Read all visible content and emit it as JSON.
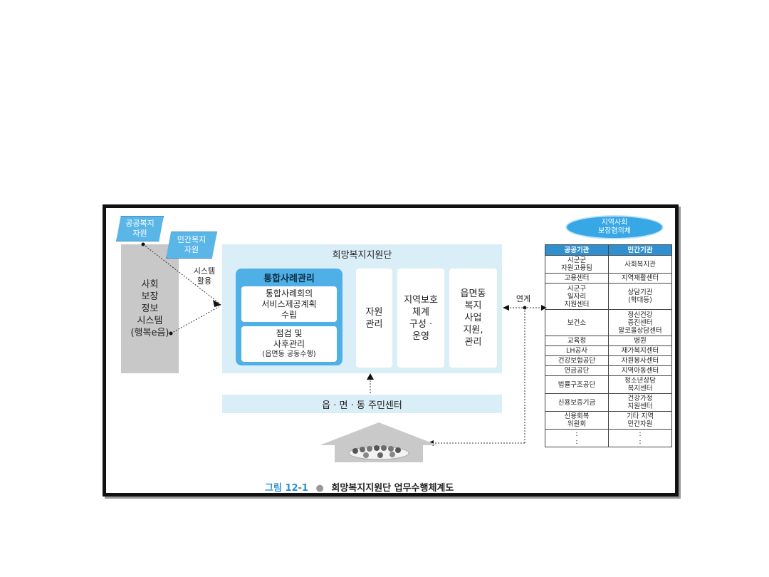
{
  "left_tags": {
    "public": "공공복지\n자원",
    "private": "민간복지\n자원"
  },
  "left_system": "사회\n보장\n정보\n시스템\n(행복e음)",
  "system_use": "시스템\n활용",
  "main_title": "희망복지지원단",
  "integrated": {
    "title": "통합사례관리",
    "box1": "통합사례회의\n서비스제공계획\n수립",
    "box2_main": "점검 및\n사후관리",
    "box2_sub": "(읍면동 공동수행)"
  },
  "columns": [
    "자원\n관리",
    "지역보호\n체계\n구성 ·\n운영",
    "읍면동\n복지\n사업\n지원,\n관리"
  ],
  "link_label": "연계",
  "bottom_bar": "읍 · 면 · 동 주민센터",
  "council": "지역사회\n보장협의체",
  "table": {
    "headers": [
      "공공기관",
      "민간기관"
    ],
    "rows": [
      [
        "시군군\n자원고용팀",
        "사회복지관"
      ],
      [
        "고용센터",
        "지역재활센터"
      ],
      [
        "시군구\n일자리\n지원센터",
        "상담기관\n(학대등)"
      ],
      [
        "보건소",
        "정신건강\n증진센터\n알코올상담센터"
      ],
      [
        "교육청",
        "병원"
      ],
      [
        "LH공사",
        "재가복지센터"
      ],
      [
        "건강보험공단",
        "자원봉사센터"
      ],
      [
        "연금공단",
        "지역아동센터"
      ],
      [
        "법률구조공단",
        "청소년상담\n복지센터"
      ],
      [
        "신용보증기금",
        "건강가정\n지원센터"
      ],
      [
        "신용회복\n위원회",
        "기타 지역\n민간자원"
      ],
      [
        ":\n:",
        ":\n:"
      ]
    ]
  },
  "caption": {
    "label": "그림 12-1",
    "title": "희망복지지원단 업무수행체계도"
  }
}
